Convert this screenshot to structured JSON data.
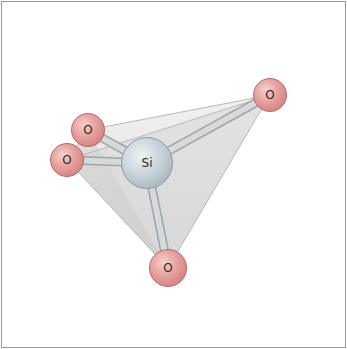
{
  "diagram": {
    "nodes": [
      {
        "text": [
          "O"
        ]
      },
      {
        "text": [
          "O"
        ]
      },
      {
        "text": [
          "O"
        ]
      },
      {
        "text": [
          "Si"
        ]
      },
      {
        "text": [
          "O"
        ]
      }
    ],
    "edges": [
      {
        "from": 3,
        "to": 0,
        "arrow": "none"
      },
      {
        "from": 3,
        "to": 1,
        "arrow": "none"
      },
      {
        "from": 3,
        "to": 2,
        "arrow": "none"
      },
      {
        "from": 3,
        "to": 4,
        "arrow": "none"
      }
    ]
  }
}
